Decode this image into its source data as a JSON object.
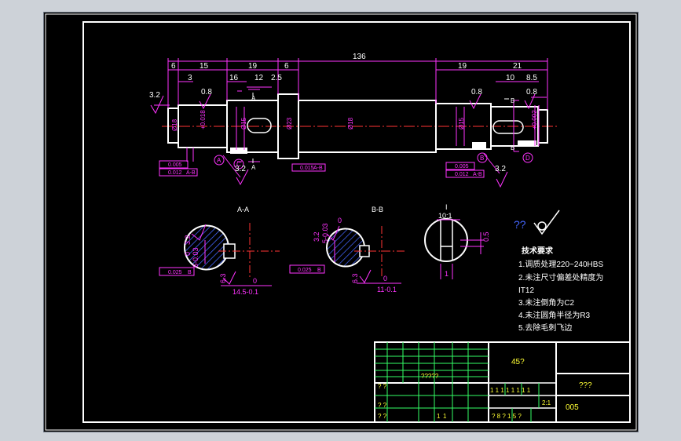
{
  "top_dims": {
    "d6a": "6",
    "d15": "15",
    "d19": "19",
    "d6b": "6",
    "d136": "136",
    "d19r": "19",
    "d21": "21",
    "d3": "3",
    "d16": "16",
    "d12": "12",
    "d25": "2.5",
    "d10": "10",
    "d85": "8.5"
  },
  "roughness": {
    "r32": "3.2",
    "r08": "0.8",
    "r63": "6.3"
  },
  "shaft_labels": {
    "dia18": "Ø18",
    "dia23": "Ø23",
    "dia_left1": "Ø18",
    "tol1": "+0.018",
    "tol2": "+0.002",
    "dia15": "Ø15",
    "section_a": "A",
    "section_b": "B",
    "mark_a": "A",
    "mark_c": "C",
    "mark_b": "B",
    "mark_d": "D"
  },
  "tolerance_frames": {
    "left_pos": "0.005",
    "left_runout": "0.012",
    "left_ref": "A-B",
    "mid_runout": "0.015",
    "mid_ref": "A-B",
    "right_pos": "0.005",
    "right_runout": "0.012",
    "right_ref": "A-B"
  },
  "sections": {
    "aa_title": "A-A",
    "bb_title": "B-B",
    "aa_key": "6-0.03",
    "aa_width": "14.5-0.1",
    "aa_zero": "0",
    "aa_tol": "0.025",
    "aa_ref": "B",
    "bb_key": "5-0.03",
    "bb_width": "11-0.1",
    "bb_zero": "0",
    "bb_tol": "0.025",
    "bb_ref": "B",
    "detail_title": "I",
    "detail_scale": "10:1",
    "detail_dim": "0.5",
    "detail_mark": "1"
  },
  "unknown_mark": "??",
  "notes": {
    "title": "技术要求",
    "items": [
      "1.调质处理220~240HBS",
      "2.未注尺寸偏差处精度为",
      "IT12",
      "3.未注倒角为C2",
      "4.未注圆角半径为R3",
      "5.去除毛刺飞边"
    ]
  },
  "title_block": {
    "material": "45?",
    "name": "???",
    "code": "005",
    "row_labels": [
      "? ?",
      "? ?",
      "? ?"
    ],
    "mid_text": "?????",
    "scale_row": "1 1 1 1   1 1  1 1",
    "ratio": "2:1",
    "sheet_row": "? 8 ?  1 5  ?",
    "marks": [
      "1",
      "1"
    ]
  },
  "colors": {
    "outline": "#ffffff",
    "dimension": "#ff33ff",
    "centerline": "#ff3333",
    "text": "#ffff33",
    "grid": "#33ff66",
    "hatch": "#4466ff"
  }
}
